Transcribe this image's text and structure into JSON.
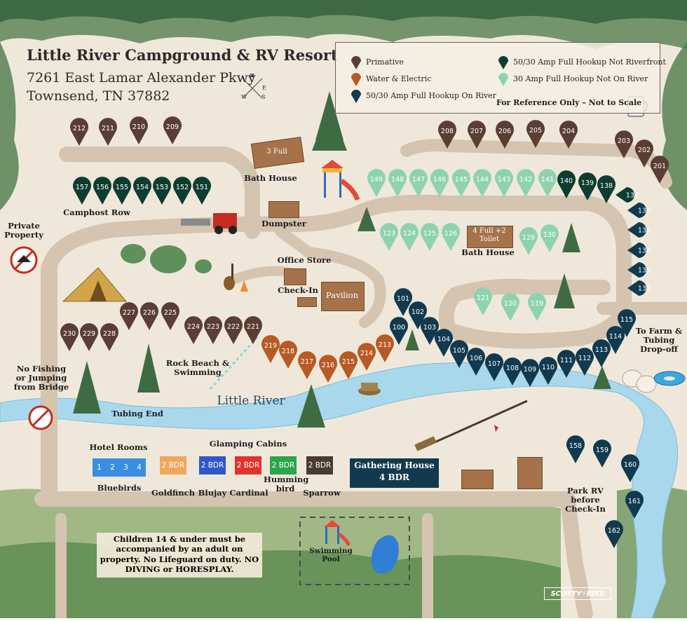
{
  "header": {
    "title": "Little River Campground & RV Resort",
    "address_line1": "7261 East Lamar Alexander Pkwy",
    "address_line2": "Townsend, TN 37882"
  },
  "legend": {
    "items": [
      {
        "label": "Primative",
        "color": "#5a3e34"
      },
      {
        "label": "Water & Electric",
        "color": "#b85a24"
      },
      {
        "label": "50/30 Amp Full Hookup On River",
        "color": "#123a4f"
      },
      {
        "label": "50/30 Amp Full Hookup Not Riverfront",
        "color": "#0e3d30"
      },
      {
        "label": "30 Amp Full Hookup Not On River",
        "color": "#8ed3ae"
      }
    ],
    "note": "For Reference Only – Not to Scale"
  },
  "compass": {
    "n": "N",
    "e": "E",
    "s": "S",
    "w": "W"
  },
  "colors": {
    "primitive": "#5a3e34",
    "water_electric": "#b85a24",
    "river_full": "#123a4f",
    "not_riverfront": "#0e3d30",
    "amp30": "#8ed3ae",
    "road": "#d4c4b0",
    "river": "#a9d8ec",
    "bg": "#efe8da",
    "forest": "#4f7a4a"
  },
  "sites": {
    "primitive": [
      "212",
      "211",
      "210",
      "209",
      "208",
      "207",
      "206",
      "205",
      "204",
      "203",
      "202",
      "201",
      "227",
      "226",
      "225",
      "230",
      "229",
      "228",
      "224",
      "223",
      "222",
      "221"
    ],
    "water_electric": [
      "219",
      "218",
      "217",
      "216",
      "215",
      "214",
      "213"
    ],
    "river_full": [
      "101",
      "102",
      "100",
      "103",
      "104",
      "105",
      "106",
      "107",
      "108",
      "109",
      "110",
      "111",
      "112",
      "113",
      "114",
      "115",
      "132",
      "133",
      "134",
      "135",
      "136",
      "158",
      "159",
      "160",
      "161",
      "162"
    ],
    "not_riverfront": [
      "157",
      "156",
      "155",
      "154",
      "153",
      "152",
      "151",
      "140",
      "139",
      "138",
      "137"
    ],
    "amp30": [
      "149",
      "148",
      "147",
      "146",
      "145",
      "144",
      "143",
      "142",
      "141",
      "123",
      "124",
      "125",
      "126",
      "129",
      "130",
      "121",
      "120",
      "119"
    ]
  },
  "labels": {
    "bath_house_top": "Bath House",
    "three_full": "3 Full",
    "camphost_row": "Camphost Row",
    "dumpster": "Dumpster",
    "private_property": "Private Property",
    "office_store": "Office Store",
    "check_in": "Check-In",
    "pavilion": "Pavilion",
    "four_full": "4 Full +2 Toilet",
    "bath_house_mid": "Bath House",
    "to_farm": "To Farm & Tubing Drop-off",
    "rock_beach": "Rock Beach & Swimming",
    "no_fishing": "No Fishing or Jumping from Bridge",
    "tubing_end": "Tubing End",
    "little_river": "Little River",
    "hotel_rooms": "Hotel Rooms",
    "glamping_cabins": "Glamping Cabins",
    "gathering_house": "Gathering House",
    "gathering_bdr": "4 BDR",
    "park_rv": "Park RV before Check-In",
    "swimming_pool": "Swimming Pool",
    "notice": "Children 14 & under must be accompanied by an adult on property. No Lifeguard on duty. NO DIVING or HORESPLAY.",
    "logo": "SCOTTY⚡BIKE"
  },
  "hotel": {
    "rooms": [
      "1",
      "2",
      "3",
      "4"
    ],
    "name": "Bluebirds",
    "color": "#3a8de0"
  },
  "cabins": [
    {
      "bdr": "2 BDR",
      "name": "Goldfinch",
      "color": "#f2a65a"
    },
    {
      "bdr": "2 BDR",
      "name": "Blujay",
      "color": "#2f57c9"
    },
    {
      "bdr": "2 BDR",
      "name": "Cardinal",
      "color": "#e0332f"
    },
    {
      "bdr": "2 BDR",
      "name": "Humming bird",
      "color": "#2aa54a"
    },
    {
      "bdr": "2 BDR",
      "name": "Sparrow",
      "color": "#4a3a32"
    }
  ]
}
